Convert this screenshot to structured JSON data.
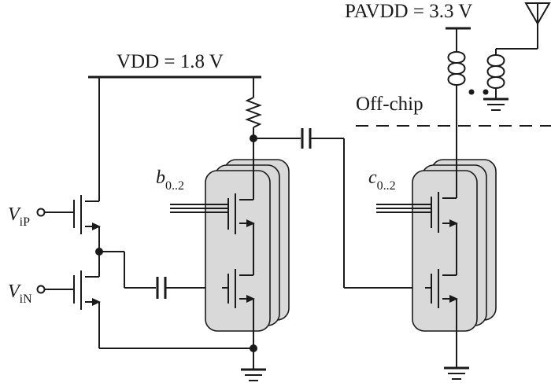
{
  "labels": {
    "vdd": "VDD = 1.8 V",
    "pavdd": "PAVDD = 3.3 V",
    "offchip": "Off-chip",
    "vip_main": "V",
    "vip_sub": "iP",
    "vin_main": "V",
    "vin_sub": "iN",
    "b_main": "b",
    "b_sub": "0..2",
    "c_main": "c",
    "c_sub": "0..2"
  }
}
